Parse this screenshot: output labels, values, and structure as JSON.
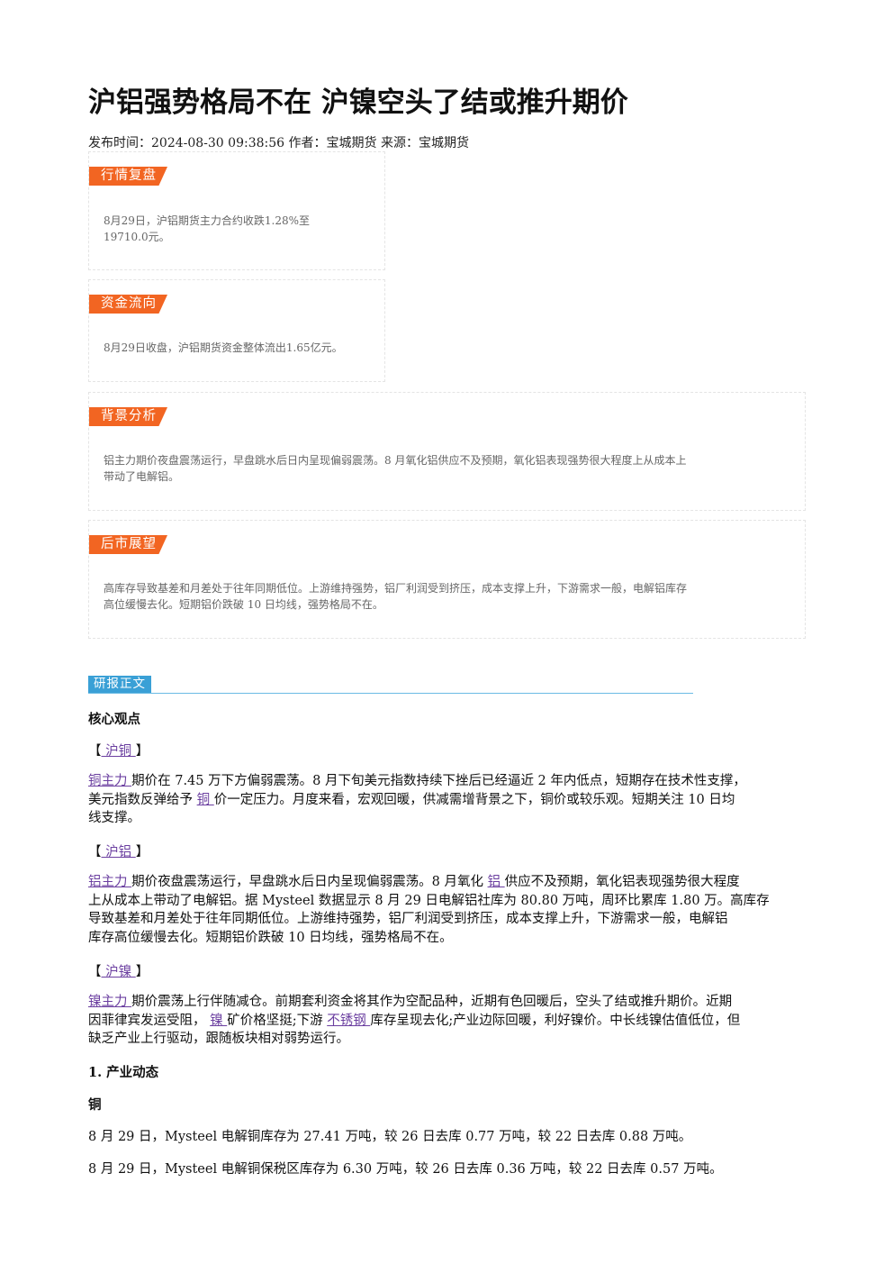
{
  "article": {
    "title": "沪铝强势格局不在 沪镍空头了结或推升期价",
    "meta": "发布时间：2024-08-30 09:38:56 作者：宝城期货 来源：宝城期货"
  },
  "summary_boxes": [
    {
      "tag": "行情复盘",
      "lines": [
        "8月29日，沪铝期货主力合约收跌1.28%至",
        "19710.0元。"
      ]
    },
    {
      "tag": "资金流向",
      "lines": [
        "8月29日收盘，沪铝期货资金整体流出1.65亿元。"
      ]
    },
    {
      "tag": "背景分析",
      "lines": [
        "铝主力期价夜盘震荡运行，早盘跳水后日内呈现偏弱震荡。8 月氧化铝供应不及预期，氧化铝表现强势很大程度上从成本上",
        "带动了电解铝。"
      ]
    },
    {
      "tag": "后市展望",
      "lines": [
        "高库存导致基差和月差处于往年同期低位。上游维持强势，铝厂利润受到挤压，成本支撑上升，下游需求一般，电解铝库存",
        "高位缓慢去化。短期铝价跌破 10 日均线，强势格局不在。"
      ]
    }
  ],
  "report_label": "研报正文",
  "core_heading": "核心观点",
  "copper": {
    "bracket_open": "【",
    "link": " 沪铜 ",
    "bracket_close": "】",
    "line1_link": "铜主力 ",
    "line1_text": "期价在 7.45 万下方偏弱震荡。8 月下旬美元指数持续下挫后已经逼近 2 年内低点，短期存在技术性支撑，",
    "line2_pre": "美元指数反弹给予 ",
    "line2_link": "铜 ",
    "line2_post": "价一定压力。月度来看，宏观回暖，供减需增背景之下，铜价或较乐观。短期关注 10 日均",
    "line3": "线支撑。"
  },
  "aluminum": {
    "bracket_open": "【",
    "link": " 沪铝 ",
    "bracket_close": "】",
    "line1_link": "铝主力 ",
    "line1_pre": "期价夜盘震荡运行，早盘跳水后日内呈现偏弱震荡。8 月氧化 ",
    "line1_link2": "铝 ",
    "line1_post": "供应不及预期，氧化铝表现强势很大程度",
    "line2": "上从成本上带动了电解铝。据 Mysteel 数据显示 8 月 29 日电解铝社库为 80.80 万吨，周环比累库 1.80 万。高库存",
    "line3": "导致基差和月差处于往年同期低位。上游维持强势，铝厂利润受到挤压，成本支撑上升，下游需求一般，电解铝",
    "line4": "库存高位缓慢去化。短期铝价跌破 10 日均线，强势格局不在。"
  },
  "nickel": {
    "bracket_open": "【",
    "link": " 沪镍 ",
    "bracket_close": "】",
    "line1_link": "镍主力 ",
    "line1_text": "期价震荡上行伴随减仓。前期套利资金将其作为空配品种，近期有色回暖后，空头了结或推升期价。近期",
    "line2_pre": "因菲律宾发运受阻， ",
    "line2_link": "镍 ",
    "line2_mid": "矿价格坚挺;下游 ",
    "line2_link2": "不锈钢 ",
    "line2_post": "库存呈现去化;产业边际回暖，利好镍价。中长线镍估值低位，但",
    "line3": "缺乏产业上行驱动，跟随板块相对弱势运行。"
  },
  "industry": {
    "heading": "1. 产业动态",
    "sub": "铜",
    "p1": "8 月 29 日，Mysteel 电解铜库存为 27.41 万吨，较 26 日去库 0.77 万吨，较 22 日去库 0.88 万吨。",
    "p2": "8 月 29 日，Mysteel 电解铜保税区库存为 6.30 万吨，较 26 日去库 0.36 万吨，较 22 日去库 0.57 万吨。"
  }
}
